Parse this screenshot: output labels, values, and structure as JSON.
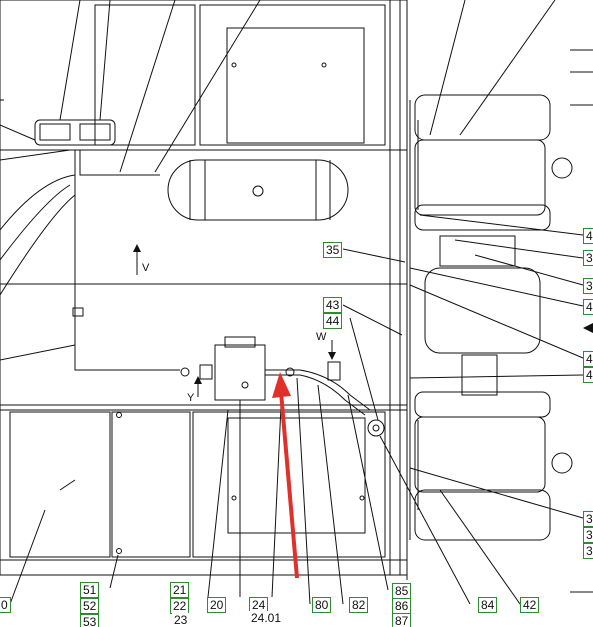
{
  "diagram": {
    "callouts": {
      "c35": "35",
      "c43": "43",
      "c44": "44",
      "c20": "20",
      "c21": "21",
      "c22": "22",
      "c23": "23",
      "c24": "24",
      "c2401": "24.01",
      "c51": "51",
      "c52": "52",
      "c53": "53",
      "c80": "80",
      "c82": "82",
      "c84": "84",
      "c42": "42",
      "c85": "85",
      "c86": "86",
      "c87": "87",
      "c0": "0",
      "r4a": "4",
      "r3a": "3",
      "r3b": "3",
      "r4b": "4",
      "r4c": "4",
      "r4d": "4",
      "r3c": "3",
      "r3d": "3",
      "r3e": "3"
    },
    "direction_letters": {
      "v": "V",
      "w": "W",
      "y": "Y"
    },
    "colors": {
      "line": "#111111",
      "callout_border": "#2e8b2e",
      "pointer_arrow": "#e0302a"
    }
  }
}
